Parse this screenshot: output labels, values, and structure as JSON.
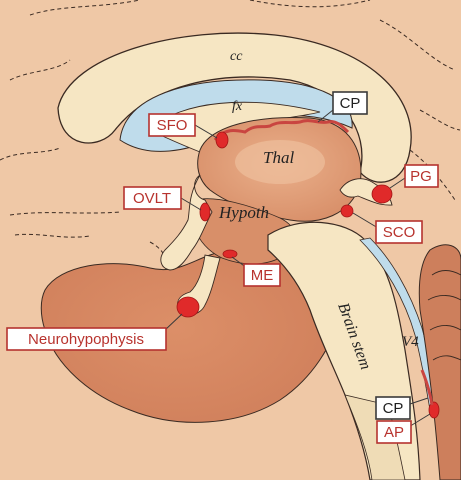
{
  "structures": {
    "corpus_callosum": "cc",
    "fornix": "fx",
    "thalamus": "Thal",
    "hypothalamus": "Hypoth",
    "brain_stem": "Brain stem",
    "fourth_ventricle": "V4"
  },
  "organs": {
    "sfo": "SFO",
    "cp_top": "CP",
    "pg": "PG",
    "ovlt": "OVLT",
    "sco": "SCO",
    "me": "ME",
    "neurohypophysis": "Neurohypophysis",
    "cp_bottom": "CP",
    "ap": "AP"
  },
  "colors": {
    "background_tissue": "#efc8a6",
    "cerebellum": "#cd7f5c",
    "brainstem": "#f6e6c3",
    "ventricle": "#bfdceb",
    "thalamus": "#dfa17a",
    "organ_red": "#e02a2a",
    "label_border": "#b5322f"
  }
}
